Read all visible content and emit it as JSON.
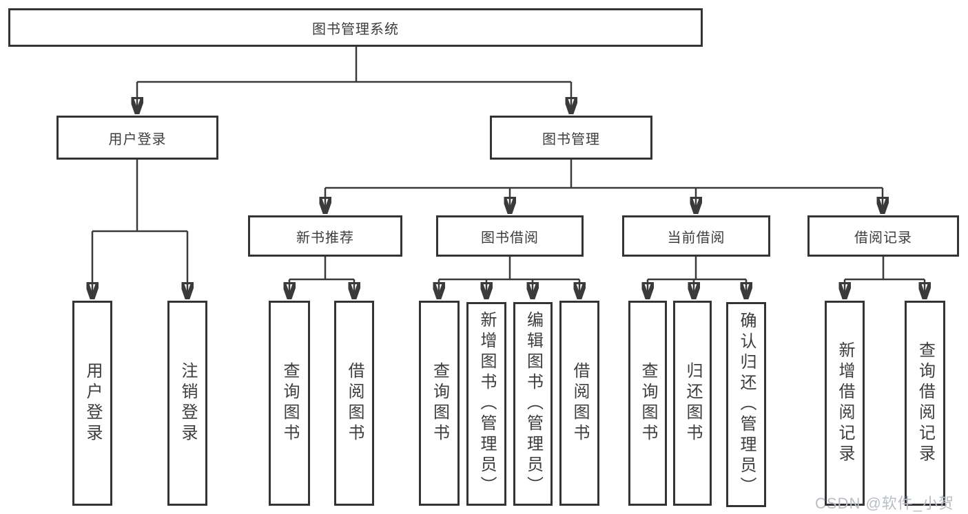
{
  "nodes": {
    "root": {
      "label": "图书管理系统"
    },
    "user_login": {
      "label": "用户登录"
    },
    "book_management": {
      "label": "图书管理"
    },
    "new_book_recommend": {
      "label": "新书推荐"
    },
    "book_borrow": {
      "label": "图书借阅"
    },
    "current_borrow": {
      "label": "当前借阅"
    },
    "borrow_records": {
      "label": "借阅记录"
    },
    "leaf_user_login": {
      "label": "用户登录"
    },
    "leaf_logout": {
      "label": "注销登录"
    },
    "leaf_nb_query_books": {
      "label": "查询图书"
    },
    "leaf_nb_borrow_books": {
      "label": "借阅图书"
    },
    "leaf_bb_query_books": {
      "label": "查询图书"
    },
    "leaf_bb_add_books": {
      "label": "新增图书（管理员）"
    },
    "leaf_bb_edit_books": {
      "label": "编辑图书（管理员）"
    },
    "leaf_bb_borrow_books": {
      "label": "借阅图书"
    },
    "leaf_cb_query_books": {
      "label": "查询图书"
    },
    "leaf_cb_return_books": {
      "label": "归还图书"
    },
    "leaf_cb_confirm_return": {
      "label": "确认归还（管理员）"
    },
    "leaf_br_add_record": {
      "label": "新增借阅记录"
    },
    "leaf_br_query_record": {
      "label": "查询借阅记录"
    }
  },
  "watermark": "CSDN @软件_小贺同学",
  "colors": {
    "background": "#ffffff",
    "line": "#3a3a3a",
    "box_border": "#333333",
    "text": "#3d3d3d",
    "watermark": "#b9bdc4"
  }
}
